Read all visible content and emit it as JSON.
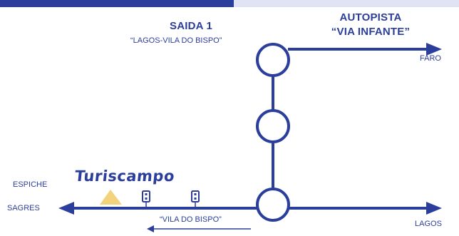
{
  "exit": {
    "title": "SAIDA 1",
    "subtitle": "“LAGOS-VILA DO BISPO”"
  },
  "motorway": {
    "line1": "AUTOPISTA",
    "line2": "“VIA INFANTE”"
  },
  "destinations": {
    "faro": "FARO",
    "lagos": "LAGOS",
    "sagres": "SAGRES",
    "espiche": "ESPICHE"
  },
  "local_road": {
    "label": "“VILA DO BISPO”"
  },
  "campsite": {
    "name": "Turiscampo",
    "icon": "tent-icon"
  },
  "traffic_lights": {
    "count": 2,
    "icon": "traffic-light-icon"
  },
  "colors": {
    "road": "#2c3e9b",
    "tent": "#f2d27a",
    "accent_bar": "#dfe3f3"
  }
}
